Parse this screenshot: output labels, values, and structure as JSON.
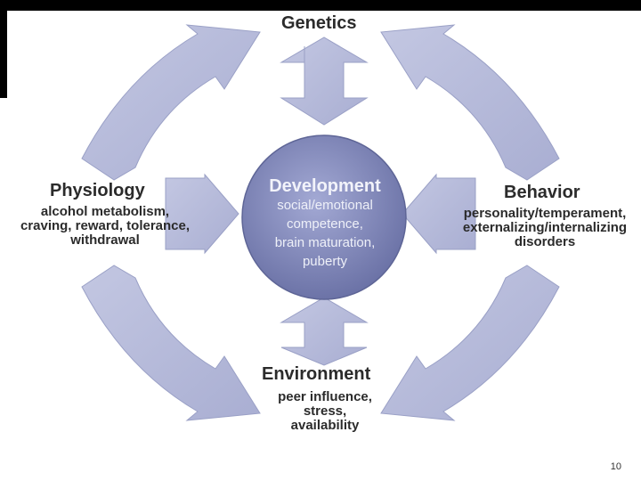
{
  "nodes": {
    "genetics": {
      "title": "Genetics"
    },
    "physiology": {
      "title": "Physiology",
      "lines": [
        "alcohol metabolism,",
        "craving, reward, tolerance,",
        "withdrawal"
      ]
    },
    "behavior": {
      "title": "Behavior",
      "lines": [
        "personality/temperament,",
        "externalizing/internalizing",
        "disorders"
      ]
    },
    "environment": {
      "title": "Environment",
      "lines": [
        "peer influence,",
        "stress,",
        "availability"
      ]
    },
    "development": {
      "title": "Development",
      "lines": [
        "social/emotional",
        "competence,",
        "brain maturation,",
        "puberty"
      ]
    }
  },
  "colors": {
    "arrow": "#b4b9d8",
    "arrow_edge": "#9aa0c6",
    "circle_inner": "#9aa0cc",
    "circle_outer": "#6c73a7"
  },
  "page_number": "10"
}
